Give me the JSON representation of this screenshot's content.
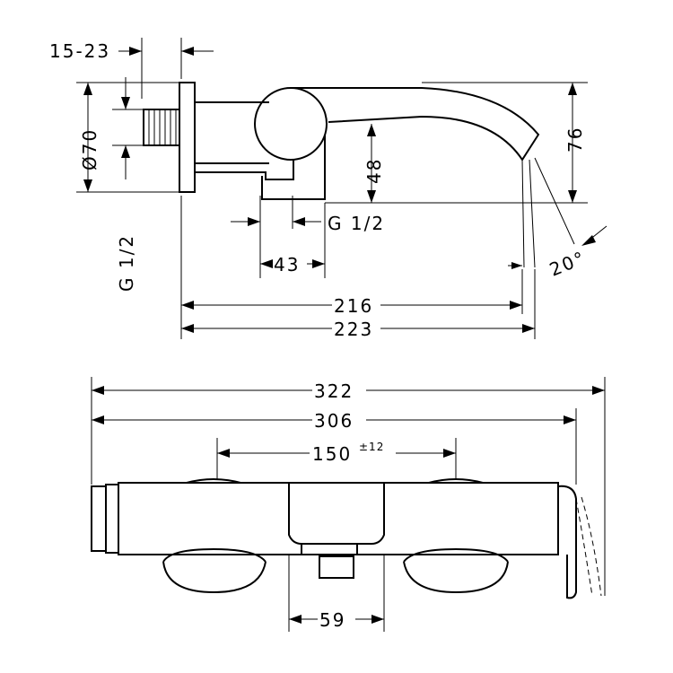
{
  "dimensions": {
    "wall_depth": "15-23",
    "diameter": "Ø70",
    "height_76": "76",
    "height_48": "48",
    "thread_left": "G 1/2",
    "thread_outlet": "G 1/2",
    "width_43": "43",
    "angle": "20°",
    "reach_216": "216",
    "reach_223": "223",
    "length_322": "322",
    "length_306": "306",
    "centres": "150",
    "centres_tolerance": "±12",
    "outlet_59": "59"
  }
}
